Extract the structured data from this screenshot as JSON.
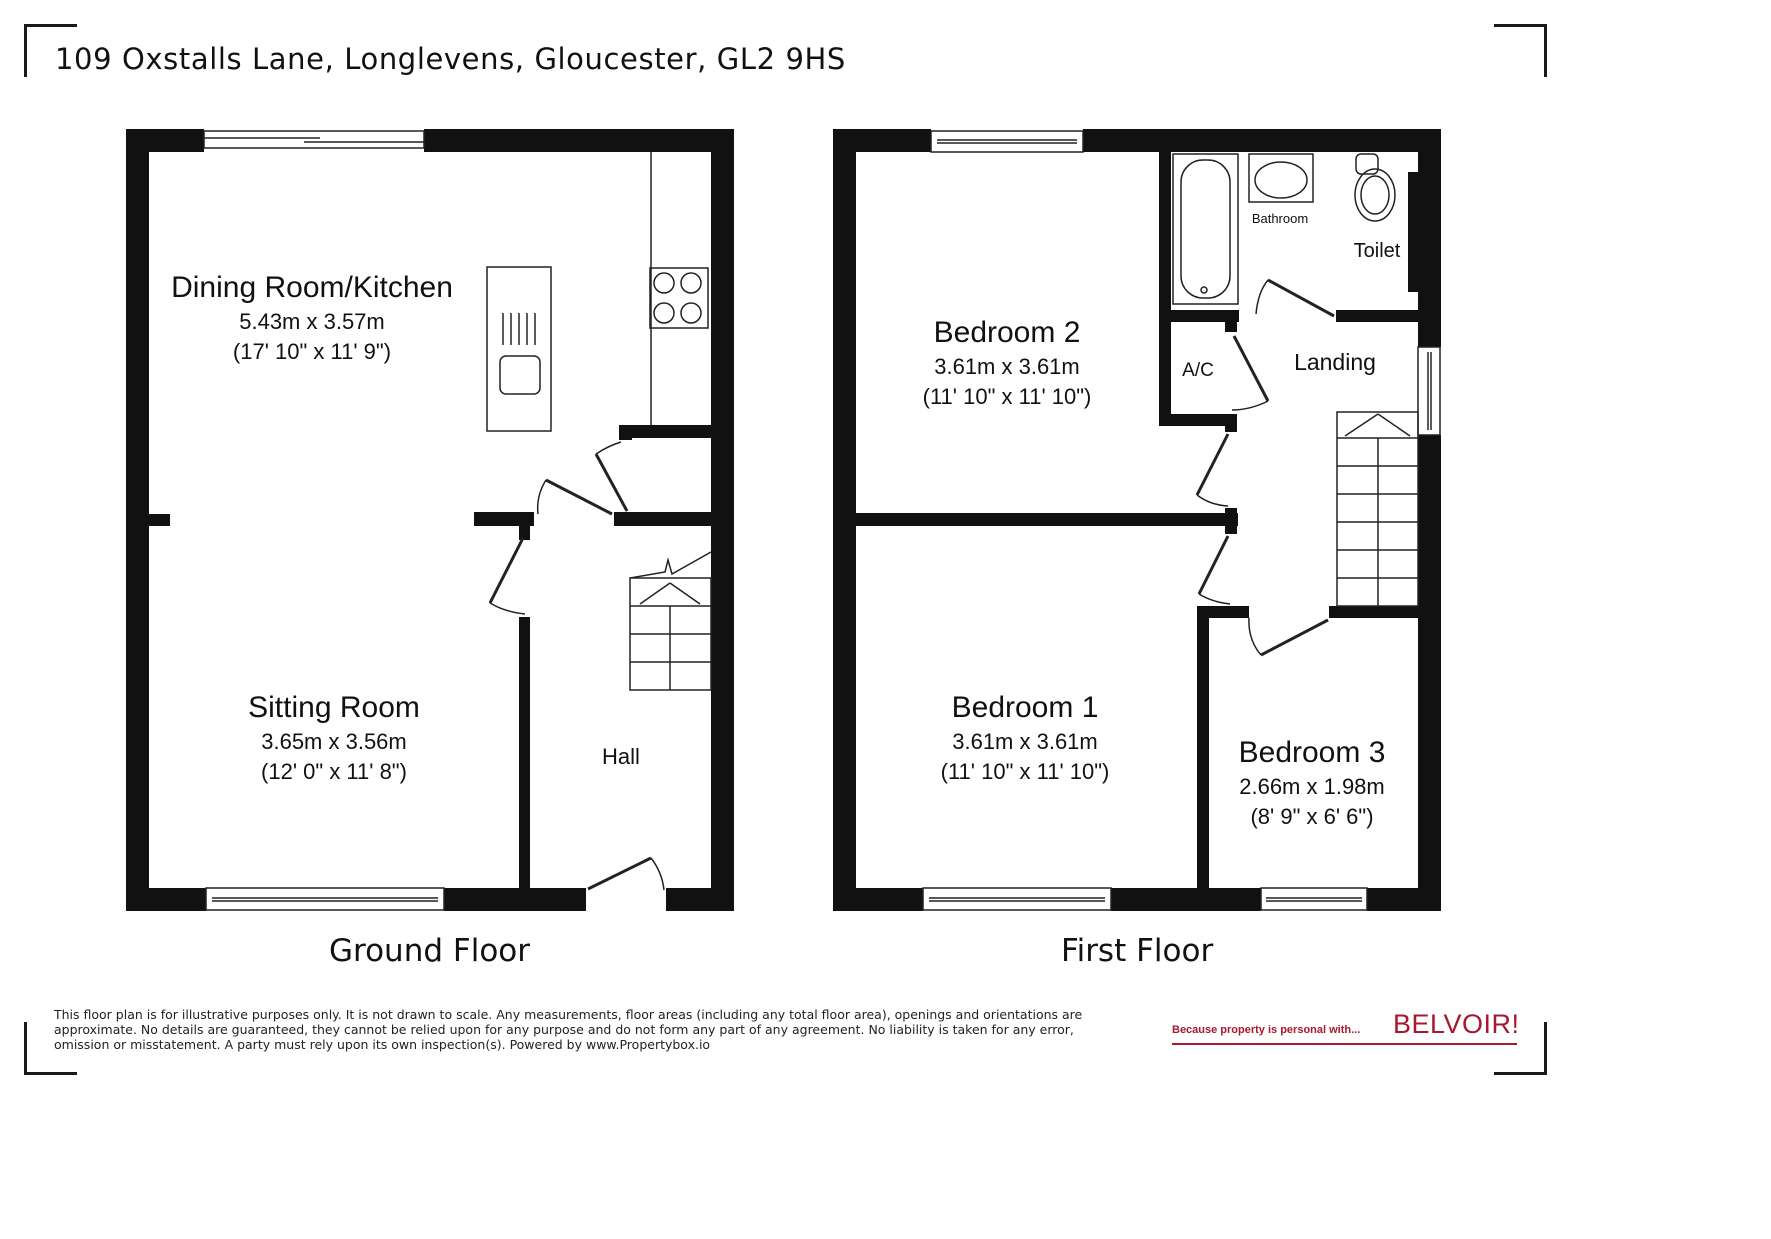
{
  "title": "109 Oxstalls Lane, Longlevens, Gloucester, GL2 9HS",
  "floors": [
    {
      "label": "Ground Floor",
      "rooms": [
        {
          "name": "Dining Room/Kitchen",
          "metric": "5.43m x 3.57m",
          "imperial": "(17' 10\" x 11' 9\")"
        },
        {
          "name": "Sitting Room",
          "metric": "3.65m x 3.56m",
          "imperial": "(12' 0\" x 11' 8\")"
        },
        {
          "name": "Hall"
        }
      ]
    },
    {
      "label": "First Floor",
      "rooms": [
        {
          "name": "Bedroom 2",
          "metric": "3.61m x 3.61m",
          "imperial": "(11' 10\" x 11' 10\")"
        },
        {
          "name": "Bathroom"
        },
        {
          "name": "Toilet"
        },
        {
          "name": "A/C"
        },
        {
          "name": "Landing"
        },
        {
          "name": "Bedroom 1",
          "metric": "3.61m x 3.61m",
          "imperial": "(11' 10\" x 11' 10\")"
        },
        {
          "name": "Bedroom 3",
          "metric": "2.66m x 1.98m",
          "imperial": "(8' 9\" x 6' 6\")"
        }
      ]
    }
  ],
  "disclaimer": "This floor plan is for illustrative purposes only. It is not drawn to scale. Any measurements, floor areas (including any total floor area), openings and orientations are approximate. No details are guaranteed, they cannot be relied upon for any purpose and do not form any part of any agreement. No liability is taken for any error, omission or misstatement. A party must rely upon its own inspection(s). Powered by www.Propertybox.io",
  "brand": {
    "tagline": "Because property is personal with...",
    "name": "BELVOIR!",
    "color": "#a6192e"
  },
  "colors": {
    "wall": "#111111",
    "fixture_line": "#222222"
  }
}
